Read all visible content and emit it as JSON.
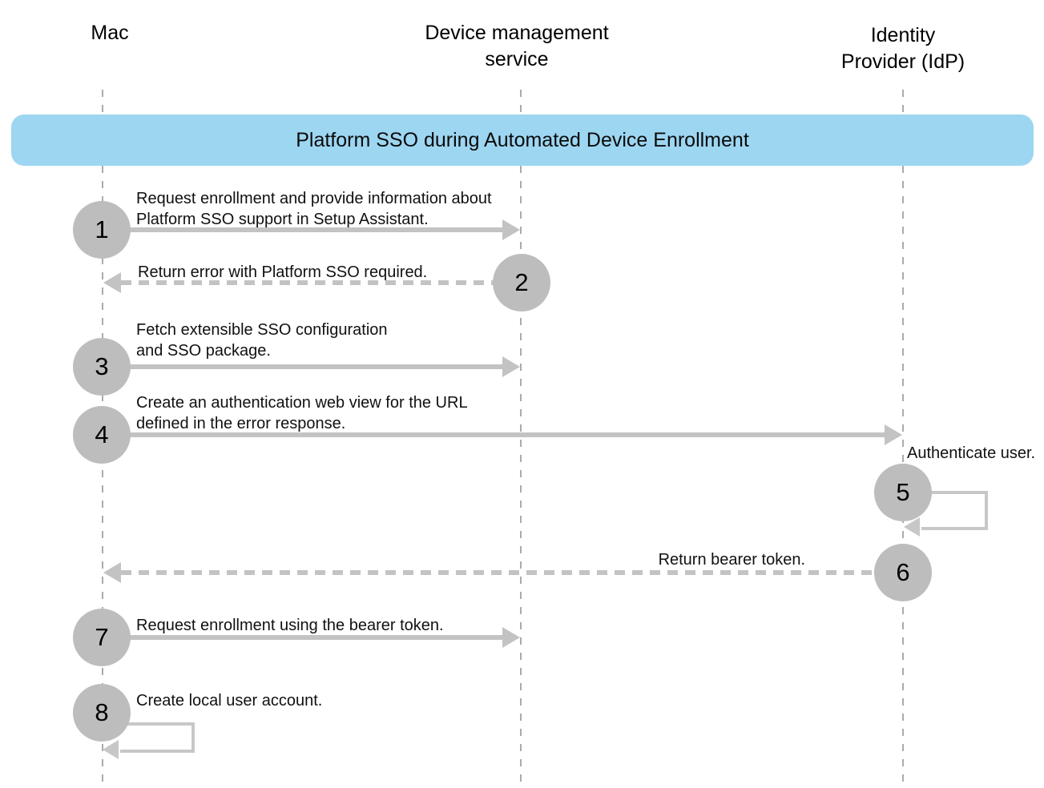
{
  "diagram": {
    "title": "Platform SSO during Automated Device Enrollment"
  },
  "actors": [
    {
      "name": "Mac"
    },
    {
      "name": "Device management\nservice"
    },
    {
      "name": "Identity Provider (IdP)"
    }
  ],
  "steps": [
    {
      "num": "1",
      "label": "Request enrollment and provide information about\nPlatform SSO support in Setup Assistant.",
      "from": "Mac",
      "to": "Device management service",
      "line": "solid"
    },
    {
      "num": "2",
      "label": "Return error with Platform SSO required.",
      "from": "Device management service",
      "to": "Mac",
      "line": "dashed"
    },
    {
      "num": "3",
      "label": "Fetch extensible SSO configuration\nand SSO package.",
      "from": "Mac",
      "to": "Device management service",
      "line": "solid"
    },
    {
      "num": "4",
      "label": "Create an authentication web view for the URL\ndefined in the error response.",
      "from": "Mac",
      "to": "Identity Provider (IdP)",
      "line": "solid"
    },
    {
      "num": "5",
      "label": "Authenticate user.",
      "from": "Identity Provider (IdP)",
      "to": "Identity Provider (IdP)",
      "line": "self-loop"
    },
    {
      "num": "6",
      "label": "Return bearer token.",
      "from": "Identity Provider (IdP)",
      "to": "Mac",
      "line": "dashed"
    },
    {
      "num": "7",
      "label": "Request enrollment using the bearer token.",
      "from": "Mac",
      "to": "Device management service",
      "line": "solid"
    },
    {
      "num": "8",
      "label": "Create local user account.",
      "from": "Mac",
      "to": "Mac",
      "line": "self-loop"
    }
  ],
  "colors": {
    "banner_blue": "#9dd6f1",
    "badge_gray": "#bdbdbd",
    "arrow_gray": "#c3c3c3",
    "loop_gray": "#c7c7c7",
    "lifeline_gray": "#ababab",
    "text": "#111111"
  }
}
